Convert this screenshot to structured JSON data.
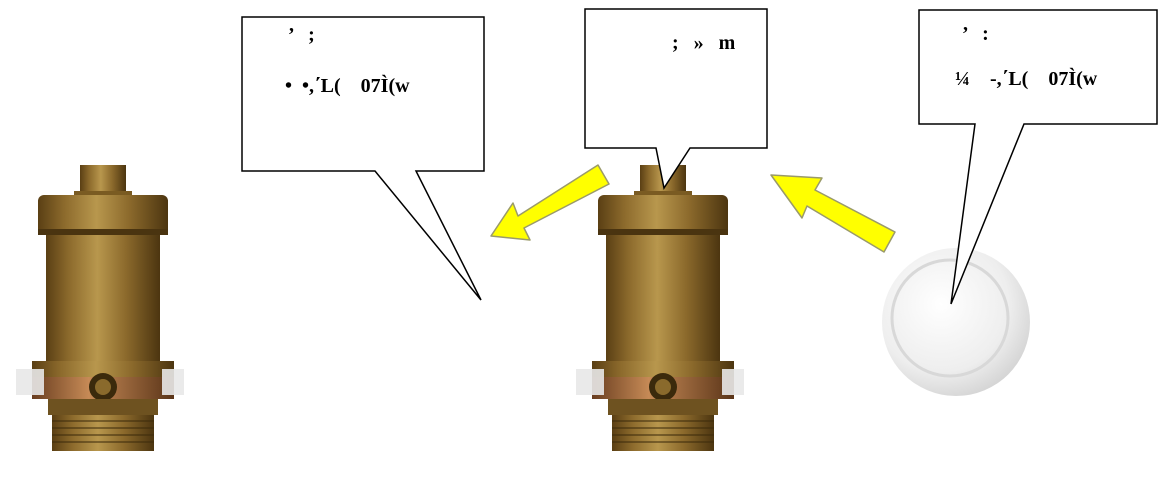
{
  "callouts": {
    "left": {
      "line1": "’   ;",
      "line2": "•  •,΄L(    07Ì(w"
    },
    "middle": {
      "line1": ";   »   m"
    },
    "right": {
      "line1": "’   :",
      "line2": "¼    -,΄L(    07Ì(w"
    }
  },
  "colors": {
    "arrow_fill": "#ffff00",
    "arrow_stroke": "#999999",
    "brass_dark": "#5e4418",
    "brass_mid": "#9a7a35",
    "brass_light": "#c8a659",
    "copper": "#b87a4a",
    "cap_white": "#f4f4f4",
    "cap_shadow": "#d6d6d6"
  },
  "icons": {
    "left_part": "brass-air-vent-valve",
    "center_part": "brass-air-vent-valve",
    "right_part": "white-plastic-cap",
    "arrows": "yellow-arrow"
  }
}
